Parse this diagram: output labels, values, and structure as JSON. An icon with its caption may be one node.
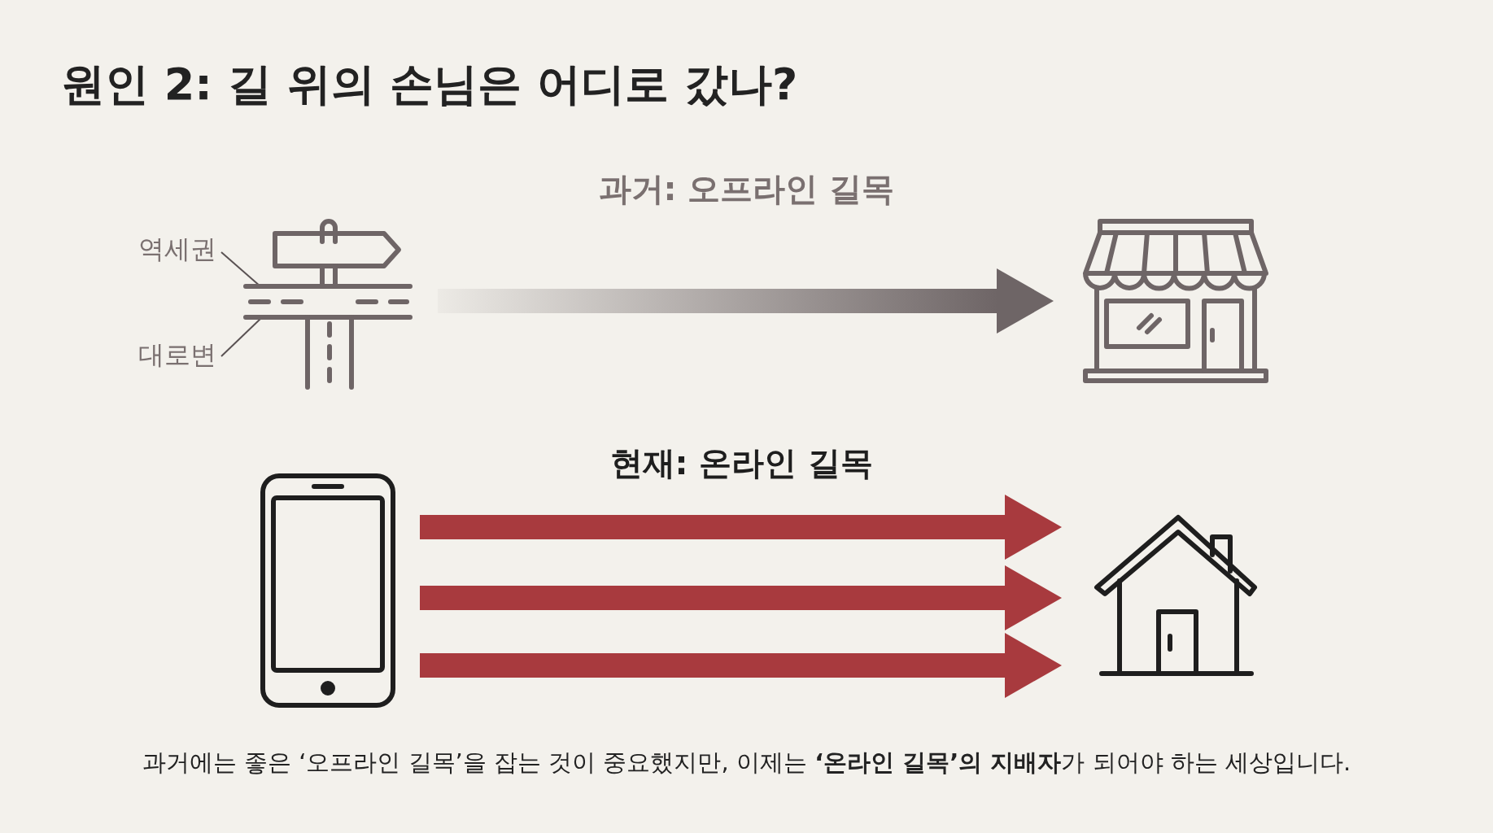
{
  "diagram": {
    "title": "원인 2: 길 위의 손님은 어디로 갔나?",
    "caption": "과거에는 좋은 ‘오프라인 길목’을 잡는 것이 중요했지만, 이제는 **‘온라인 길목’의 지배자**가 되어야 하는 세상입니다.",
    "nodes": [
      {
        "text": [
          "역세권"
        ]
      },
      {
        "text": [],
        "shape": "signpost"
      },
      {
        "text": [
          "대로변"
        ]
      },
      {
        "text": [],
        "shape": "store"
      },
      {
        "text": [],
        "shape": "phone"
      },
      {
        "text": [],
        "shape": "house"
      }
    ],
    "edges": [
      {
        "from": 0,
        "to": 1,
        "arrow": "none",
        "color": "#5a5253"
      },
      {
        "from": 2,
        "to": 1,
        "arrow": "none",
        "color": "#5a5253"
      },
      {
        "from": 1,
        "to": 3,
        "arrow": "to",
        "color": "#6e6566",
        "label": "과거: 오프라인 길목"
      },
      {
        "from": 4,
        "to": 5,
        "arrow": "to",
        "color": "#a83a3e",
        "label": "현재: 온라인 길목"
      },
      {
        "from": 4,
        "to": 5,
        "arrow": "to",
        "color": "#a83a3e"
      },
      {
        "from": 4,
        "to": 5,
        "arrow": "to",
        "color": "#a83a3e"
      }
    ]
  }
}
